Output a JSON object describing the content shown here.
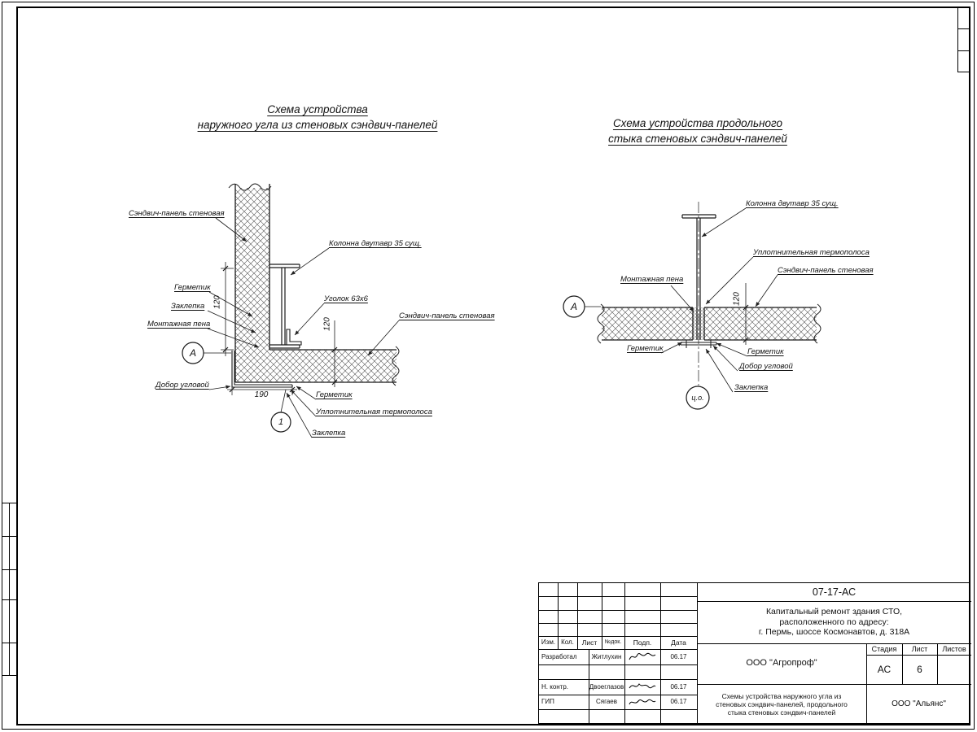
{
  "sheet": {
    "titles": {
      "left": [
        "Схема устройства",
        "наружного угла из стеновых сэндвич-панелей"
      ],
      "right": [
        "Схема устройства продольного",
        "стыка стеновых сэндвич-панелей"
      ]
    },
    "left_diagram": {
      "labels": {
        "panel_vertical": "Сэндвич-панель стеновая",
        "column": "Колонна двутавр 35 сущ.",
        "sealant_left": "Герметик",
        "rivet_left": "Заклепка",
        "foam": "Монтажная пена",
        "angle": "Уголок 63х6",
        "panel_horizontal": "Сэндвич-панель стеновая",
        "corner_trim": "Добор угловой",
        "sealant_bottom": "Герметик",
        "thermal_strip": "Уплотнительная термополоса",
        "rivet_bottom": "Заклепка"
      },
      "dims": {
        "d1": "120",
        "d2": "120",
        "d3": "190"
      },
      "markers": {
        "node": "А",
        "detail": "1"
      }
    },
    "right_diagram": {
      "labels": {
        "column": "Колонна двутавр 35 сущ.",
        "thermal_strip": "Уплотнительная термополоса",
        "panel": "Сэндвич-панель стеновая",
        "foam": "Монтажная пена",
        "sealant_left": "Герметик",
        "sealant_right": "Герметик",
        "corner_trim": "Добор угловой",
        "rivet": "Заклепка"
      },
      "dims": {
        "d1": "120"
      },
      "markers": {
        "node": "А",
        "axis": "ц.о."
      }
    }
  },
  "title_block": {
    "doc_number": "07-17-АС",
    "project_lines": [
      "Капитальный ремонт здания СТО,",
      "расположенного по адресу:",
      "г. Пермь, шоссе Космонавтов, д. 318А"
    ],
    "org_designer": "ООО \"Агропроф\"",
    "stage_label": "Стадия",
    "sheet_label": "Лист",
    "sheets_label": "Листов",
    "stage": "АС",
    "sheet_no": "6",
    "sheets_total": "",
    "sheet_title_lines": [
      "Схемы устройства наружного угла из",
      "стеновых сэндвич-панелей, продольного",
      "стыка стеновых сэндвич-панелей"
    ],
    "org_customer": "ООО \"Альянс\"",
    "columns": [
      "Изм.",
      "Кол.",
      "Лист",
      "№док.",
      "Подп.",
      "Дата"
    ],
    "rows": [
      {
        "role": "Разработал",
        "name": "Житлухин",
        "date": "06.17"
      },
      {
        "role": "Н. контр.",
        "name": "Двоеглазов",
        "date": "06.17"
      },
      {
        "role": "ГИП",
        "name": "Сягаев",
        "date": "06.17"
      }
    ]
  }
}
